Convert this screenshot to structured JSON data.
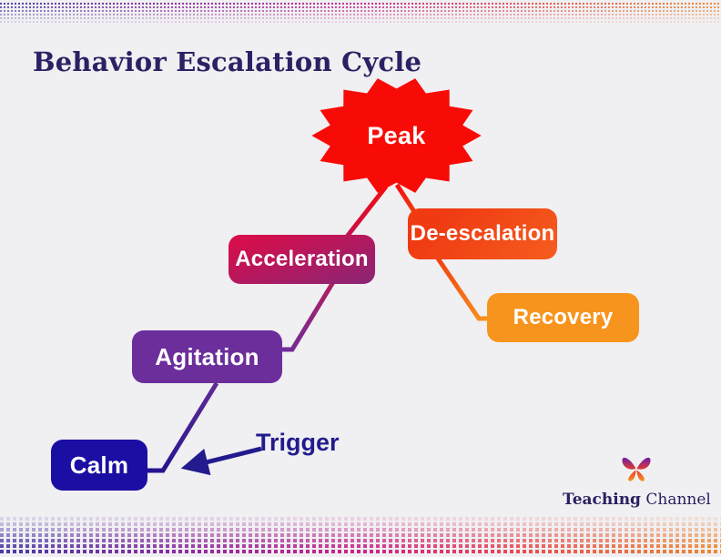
{
  "title": "Behavior Escalation Cycle",
  "stages": [
    {
      "id": "calm",
      "label": "Calm",
      "color": "#1B0EA3"
    },
    {
      "id": "agitation",
      "label": "Agitation",
      "color": "#6B2E9B"
    },
    {
      "id": "acceleration",
      "label": "Acceleration",
      "color_top": "#D60E4B",
      "color_bottom": "#8E2473"
    },
    {
      "id": "peak",
      "label": "Peak",
      "color": "#F80B06"
    },
    {
      "id": "de_escalation",
      "label": "De-escalation",
      "color_top": "#EF3A12",
      "color_bottom": "#F55B1E"
    },
    {
      "id": "recovery",
      "label": "Recovery",
      "color": "#F7941D"
    }
  ],
  "annotation": {
    "trigger_label": "Trigger",
    "trigger_color": "#221B8D"
  },
  "logo": {
    "brand_bold": "Teaching",
    "brand_regular": "Channel"
  },
  "palette": {
    "background": "#F0EFF2",
    "title_color": "#2B2163",
    "dot_band_gradient": [
      "#463AAB",
      "#8C2BA0",
      "#C92489",
      "#E94B52",
      "#F0882A"
    ]
  }
}
